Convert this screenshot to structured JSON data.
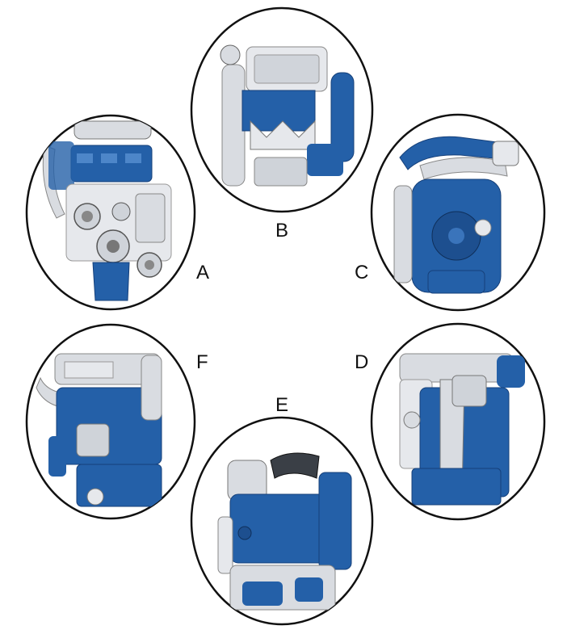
{
  "views": [
    {
      "id": "A",
      "label": "A"
    },
    {
      "id": "B",
      "label": "B"
    },
    {
      "id": "C",
      "label": "C"
    },
    {
      "id": "D",
      "label": "D"
    },
    {
      "id": "E",
      "label": "E"
    },
    {
      "id": "F",
      "label": "F"
    }
  ],
  "colors": {
    "engine_blue": "#2460a8",
    "engine_blue_dark": "#16407a",
    "engine_grey": "#d9dce1",
    "engine_grey_dark": "#9aa0a8",
    "outline": "#111111"
  },
  "icons": [
    "engine-icon"
  ]
}
